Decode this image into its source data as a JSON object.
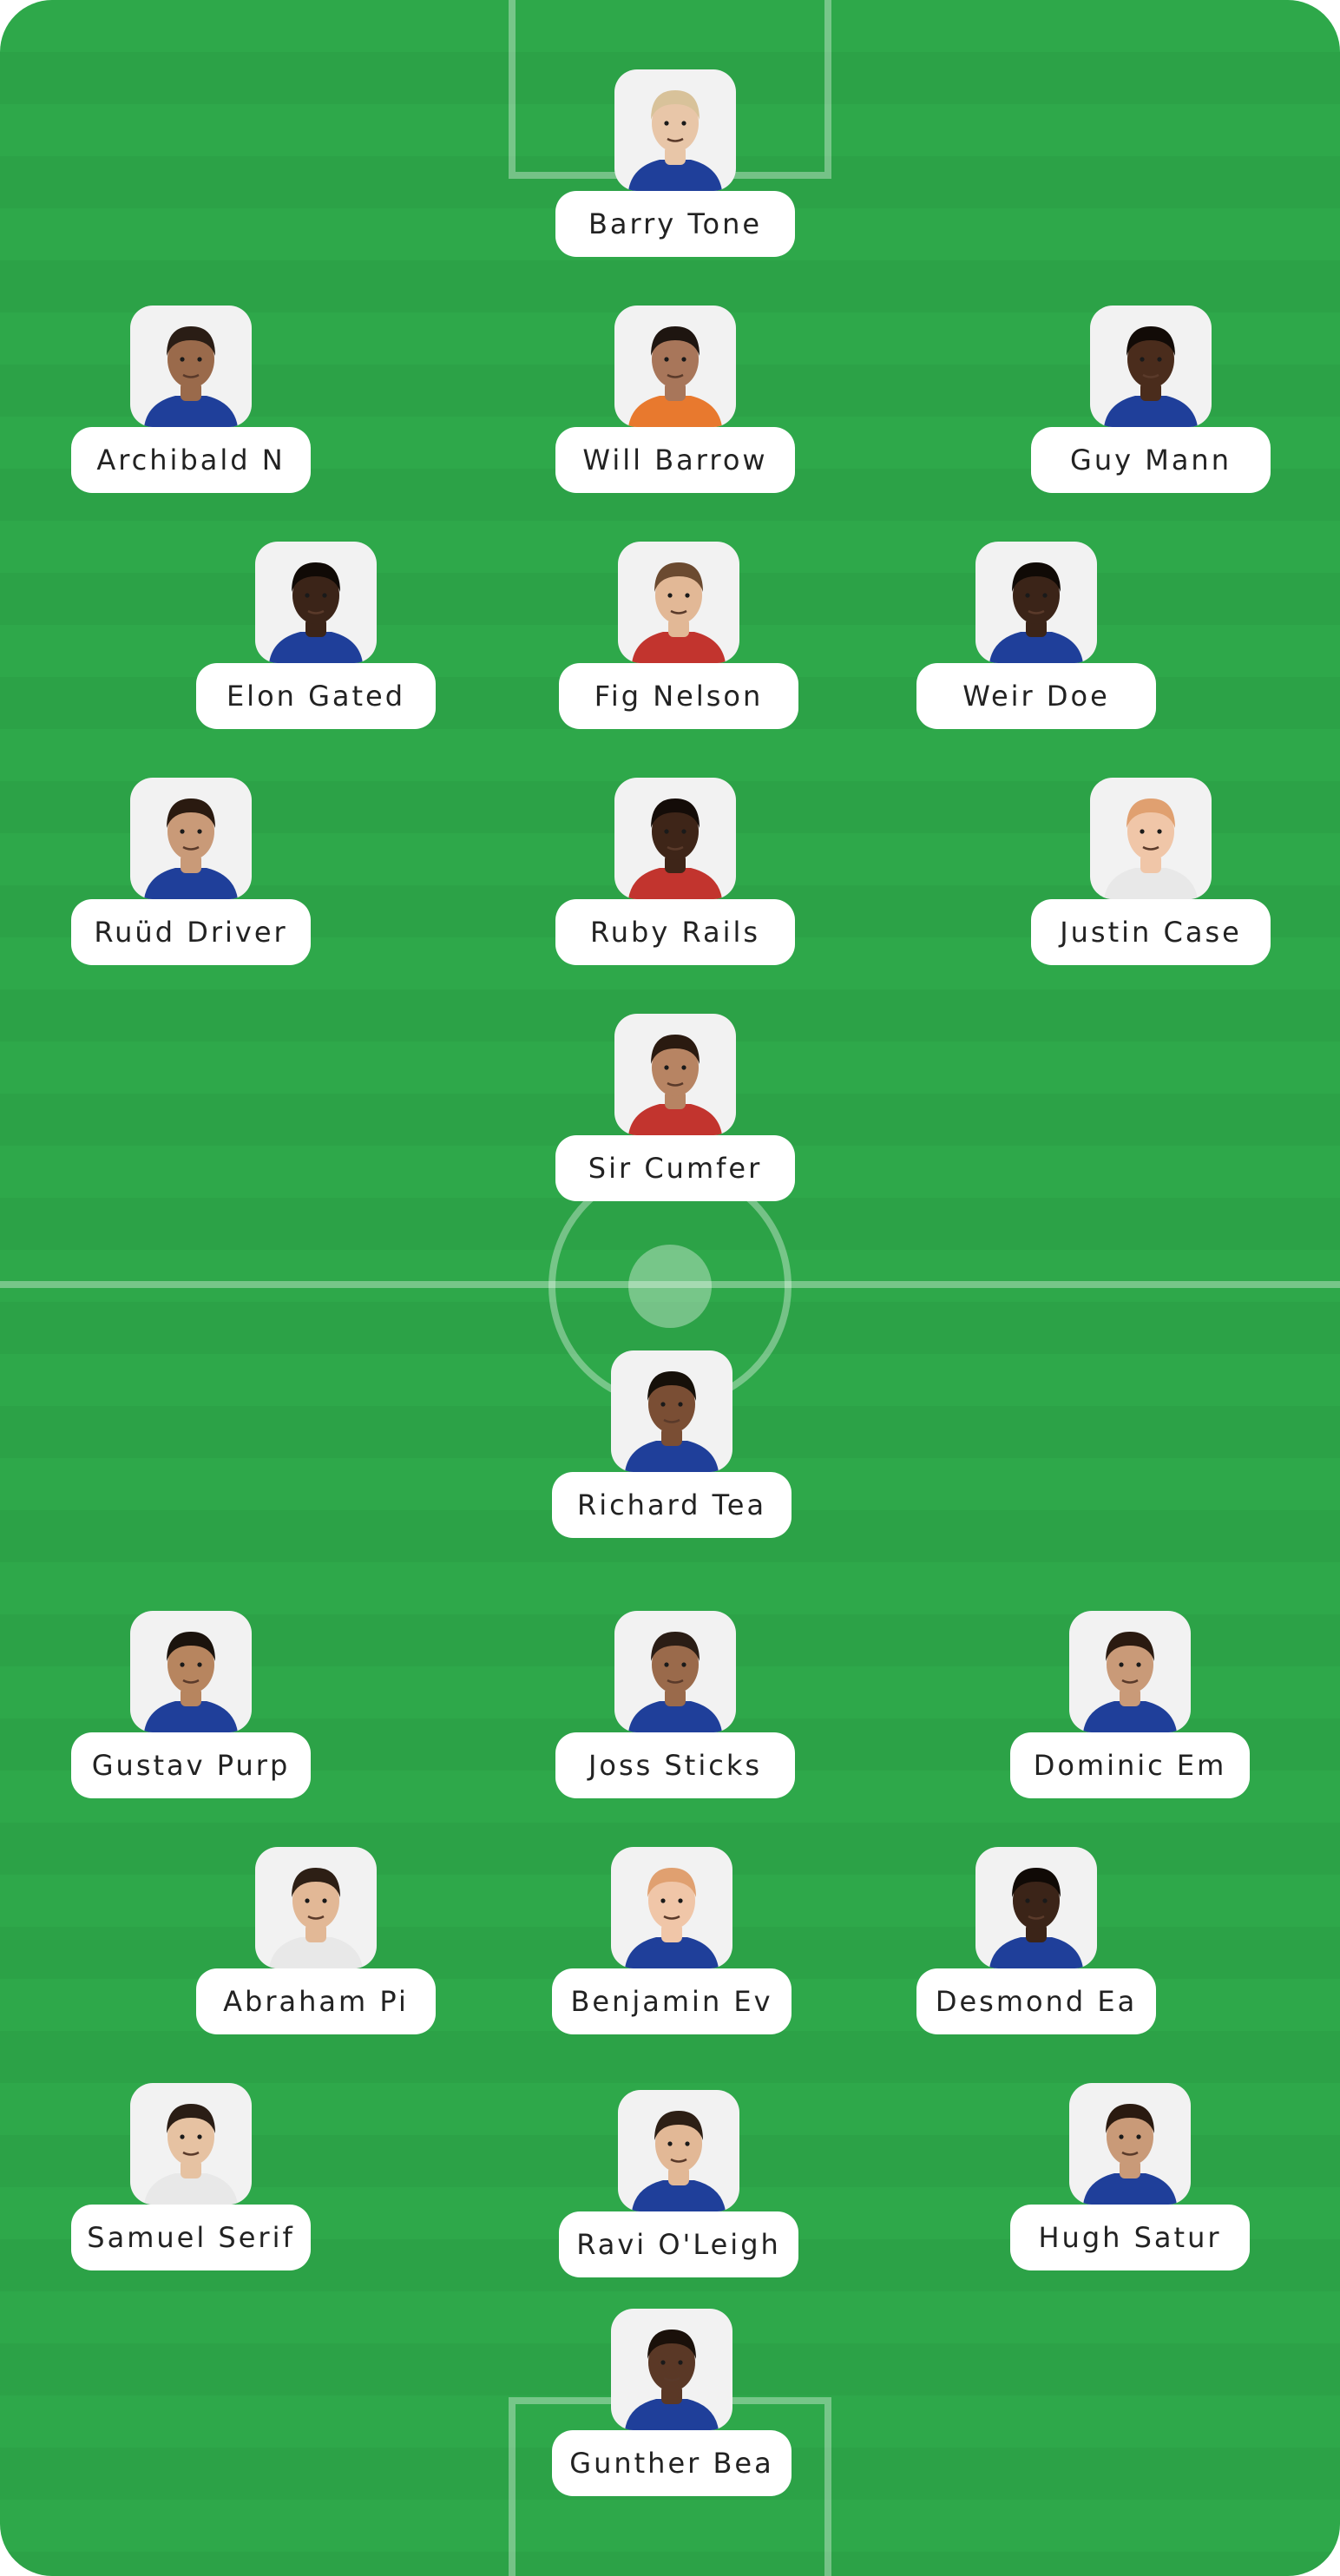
{
  "colors": {
    "pitch": "#2ea84a",
    "pill": "#ffffff",
    "text": "#222222"
  },
  "team_top": {
    "players": [
      {
        "name": "Barry Tone",
        "skin": "#e8c6a8",
        "hair": "#d8c29a",
        "shirt": "#1f3f9a"
      },
      {
        "name": "Archibald N",
        "skin": "#9a6a4b",
        "hair": "#2a1d15",
        "shirt": "#1f3f9a"
      },
      {
        "name": "Will Barrow",
        "skin": "#a8765a",
        "hair": "#1e1510",
        "shirt": "#e8792e"
      },
      {
        "name": "Guy Mann",
        "skin": "#4a2c1c",
        "hair": "#120b07",
        "shirt": "#1f3f9a"
      },
      {
        "name": "Elon Gated",
        "skin": "#3b2418",
        "hair": "#100a06",
        "shirt": "#1f3f9a"
      },
      {
        "name": "Fig Nelson",
        "skin": "#e2b896",
        "hair": "#6b4a30",
        "shirt": "#c2342e"
      },
      {
        "name": "Weir Doe",
        "skin": "#3b2418",
        "hair": "#100a06",
        "shirt": "#1f3f9a"
      },
      {
        "name": "Ruüd Driver",
        "skin": "#c99a78",
        "hair": "#2a1a10",
        "shirt": "#1f3f9a"
      },
      {
        "name": "Ruby Rails",
        "skin": "#3e2518",
        "hair": "#140c08",
        "shirt": "#c2342e"
      },
      {
        "name": "Justin Case",
        "skin": "#f0c6a8",
        "hair": "#e0a070",
        "shirt": "#e8e8e8"
      },
      {
        "name": "Sir Cumfer",
        "skin": "#b78463",
        "hair": "#2a1a10",
        "shirt": "#c2342e"
      }
    ]
  },
  "team_bottom": {
    "players": [
      {
        "name": "Richard Tea",
        "skin": "#7a4e34",
        "hair": "#161009",
        "shirt": "#1f3f9a"
      },
      {
        "name": "Gustav Purp",
        "skin": "#b7855f",
        "hair": "#1b130d",
        "shirt": "#1f3f9a"
      },
      {
        "name": "Joss Sticks",
        "skin": "#9a6a4b",
        "hair": "#2a1d15",
        "shirt": "#1f3f9a"
      },
      {
        "name": "Dominic Em",
        "skin": "#c99a78",
        "hair": "#2a1a10",
        "shirt": "#1f3f9a"
      },
      {
        "name": "Abraham Pi",
        "skin": "#e2b896",
        "hair": "#2d1f15",
        "shirt": "#e8e8e8"
      },
      {
        "name": "Benjamin Ev",
        "skin": "#f0c6a8",
        "hair": "#e0a070",
        "shirt": "#1f3f9a"
      },
      {
        "name": "Desmond Ea",
        "skin": "#3b2418",
        "hair": "#100a06",
        "shirt": "#1f3f9a"
      },
      {
        "name": "Samuel Serif",
        "skin": "#e6c2a2",
        "hair": "#2a1d15",
        "shirt": "#e8e8e8"
      },
      {
        "name": "Ravi O'Leigh",
        "skin": "#e2b896",
        "hair": "#2d1f15",
        "shirt": "#1f3f9a"
      },
      {
        "name": "Hugh Satur",
        "skin": "#c99a78",
        "hair": "#2a1a10",
        "shirt": "#1f3f9a"
      },
      {
        "name": "Gunther Bea",
        "skin": "#5a3826",
        "hair": "#1a100a",
        "shirt": "#1f3f9a"
      }
    ]
  }
}
